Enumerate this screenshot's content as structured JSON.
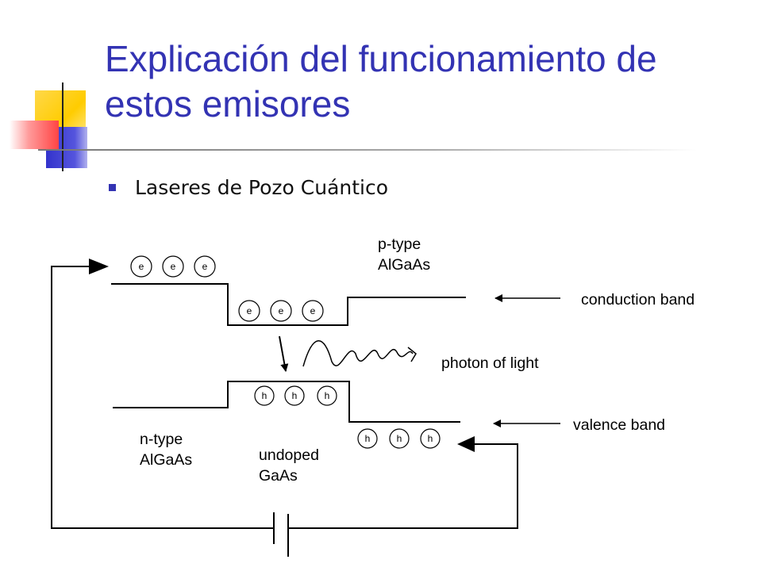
{
  "slide": {
    "title": "Explicación del funcionamiento de estos emisores",
    "bullet": "Laseres de Pozo Cuántico"
  },
  "diagram": {
    "labels": {
      "p_type_line1": "p-type",
      "p_type_line2": "AlGaAs",
      "n_type_line1": "n-type",
      "n_type_line2": "AlGaAs",
      "undoped_line1": "undoped",
      "undoped_line2": "GaAs",
      "conduction_band": "conduction band",
      "valence_band": "valence band",
      "photon": "photon of light"
    },
    "electron_symbol": "e",
    "hole_symbol": "h"
  },
  "colors": {
    "title": "#3333b3",
    "bullet": "#3333b3",
    "deco_yellow": "#ffcc00",
    "deco_blue": "#3333cc",
    "deco_red": "#ff4444"
  }
}
